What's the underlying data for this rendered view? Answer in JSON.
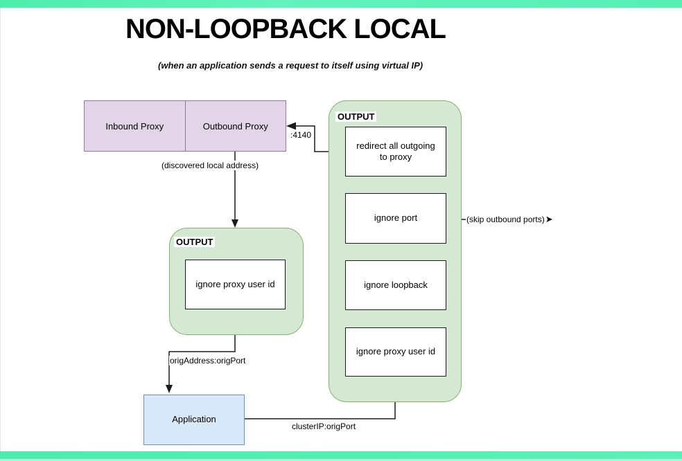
{
  "title": "NON-LOOPBACK LOCAL",
  "subtitle": "(when an application sends a request to itself using virtual IP)",
  "nodes": {
    "inbound_proxy": "Inbound Proxy",
    "outbound_proxy": "Outbound Proxy",
    "application": "Application"
  },
  "groups": {
    "left": {
      "label": "OUTPUT",
      "rules": [
        "ignore proxy user id"
      ]
    },
    "right": {
      "label": "OUTPUT",
      "rules": [
        "redirect all outgoing to proxy",
        "ignore port",
        "ignore loopback",
        "ignore proxy user id"
      ]
    }
  },
  "edge_labels": {
    "port4140": ":4140",
    "discovered": "(discovered local address)",
    "orig_address": "origAddress:origPort",
    "cluster_ip": "clusterIP:origPort",
    "skip": "(skip outbound ports)"
  },
  "icons": {
    "arrow_right": "➤"
  },
  "colors": {
    "accent_teal": "#55efb6",
    "purple_fill": "#e1d5e7",
    "purple_border": "#9673a6",
    "green_fill": "#d5e8d4",
    "green_border": "#82b366",
    "blue_fill": "#dae8fc",
    "blue_border": "#6c8ebf",
    "wire": "#1a1a1a"
  }
}
